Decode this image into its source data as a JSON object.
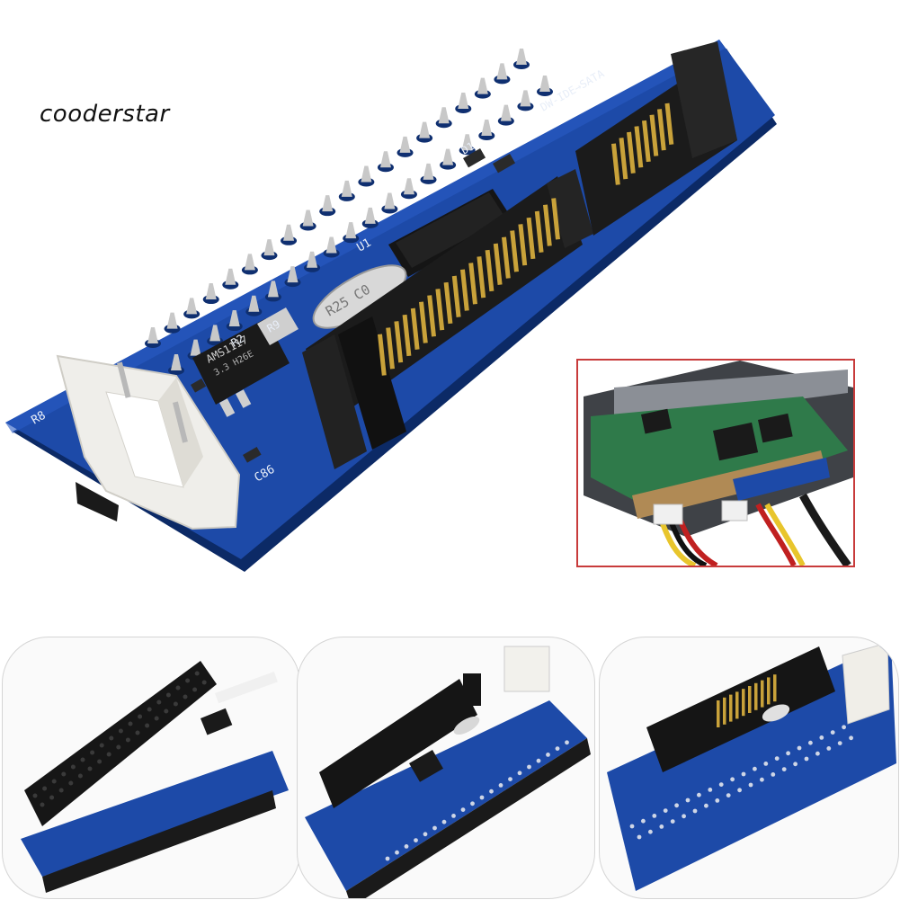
{
  "watermark": {
    "text": "cooderstar"
  },
  "board": {
    "part_labels": {
      "regulator": "AMS1117",
      "regulator_sub": "3.3 H26E",
      "crystal": "R25 C0",
      "model": "DW-IDE→SATA",
      "r8": "R8",
      "r2": "R2",
      "r9": "R9",
      "c86": "C86",
      "u1": "U1",
      "d1": "D1"
    }
  },
  "colors": {
    "pcb": "#1d4aa8",
    "pcb_dark": "#123578",
    "connector": "#1b1b1b",
    "gold": "#c9a23a",
    "white_plastic": "#efeeea",
    "inset_border": "#c83b3b"
  },
  "panels": {
    "inset": "installed-on-hard-drive photo",
    "thumbnails": [
      "front-angle-view",
      "chip-side-view",
      "sata-side-view"
    ]
  }
}
